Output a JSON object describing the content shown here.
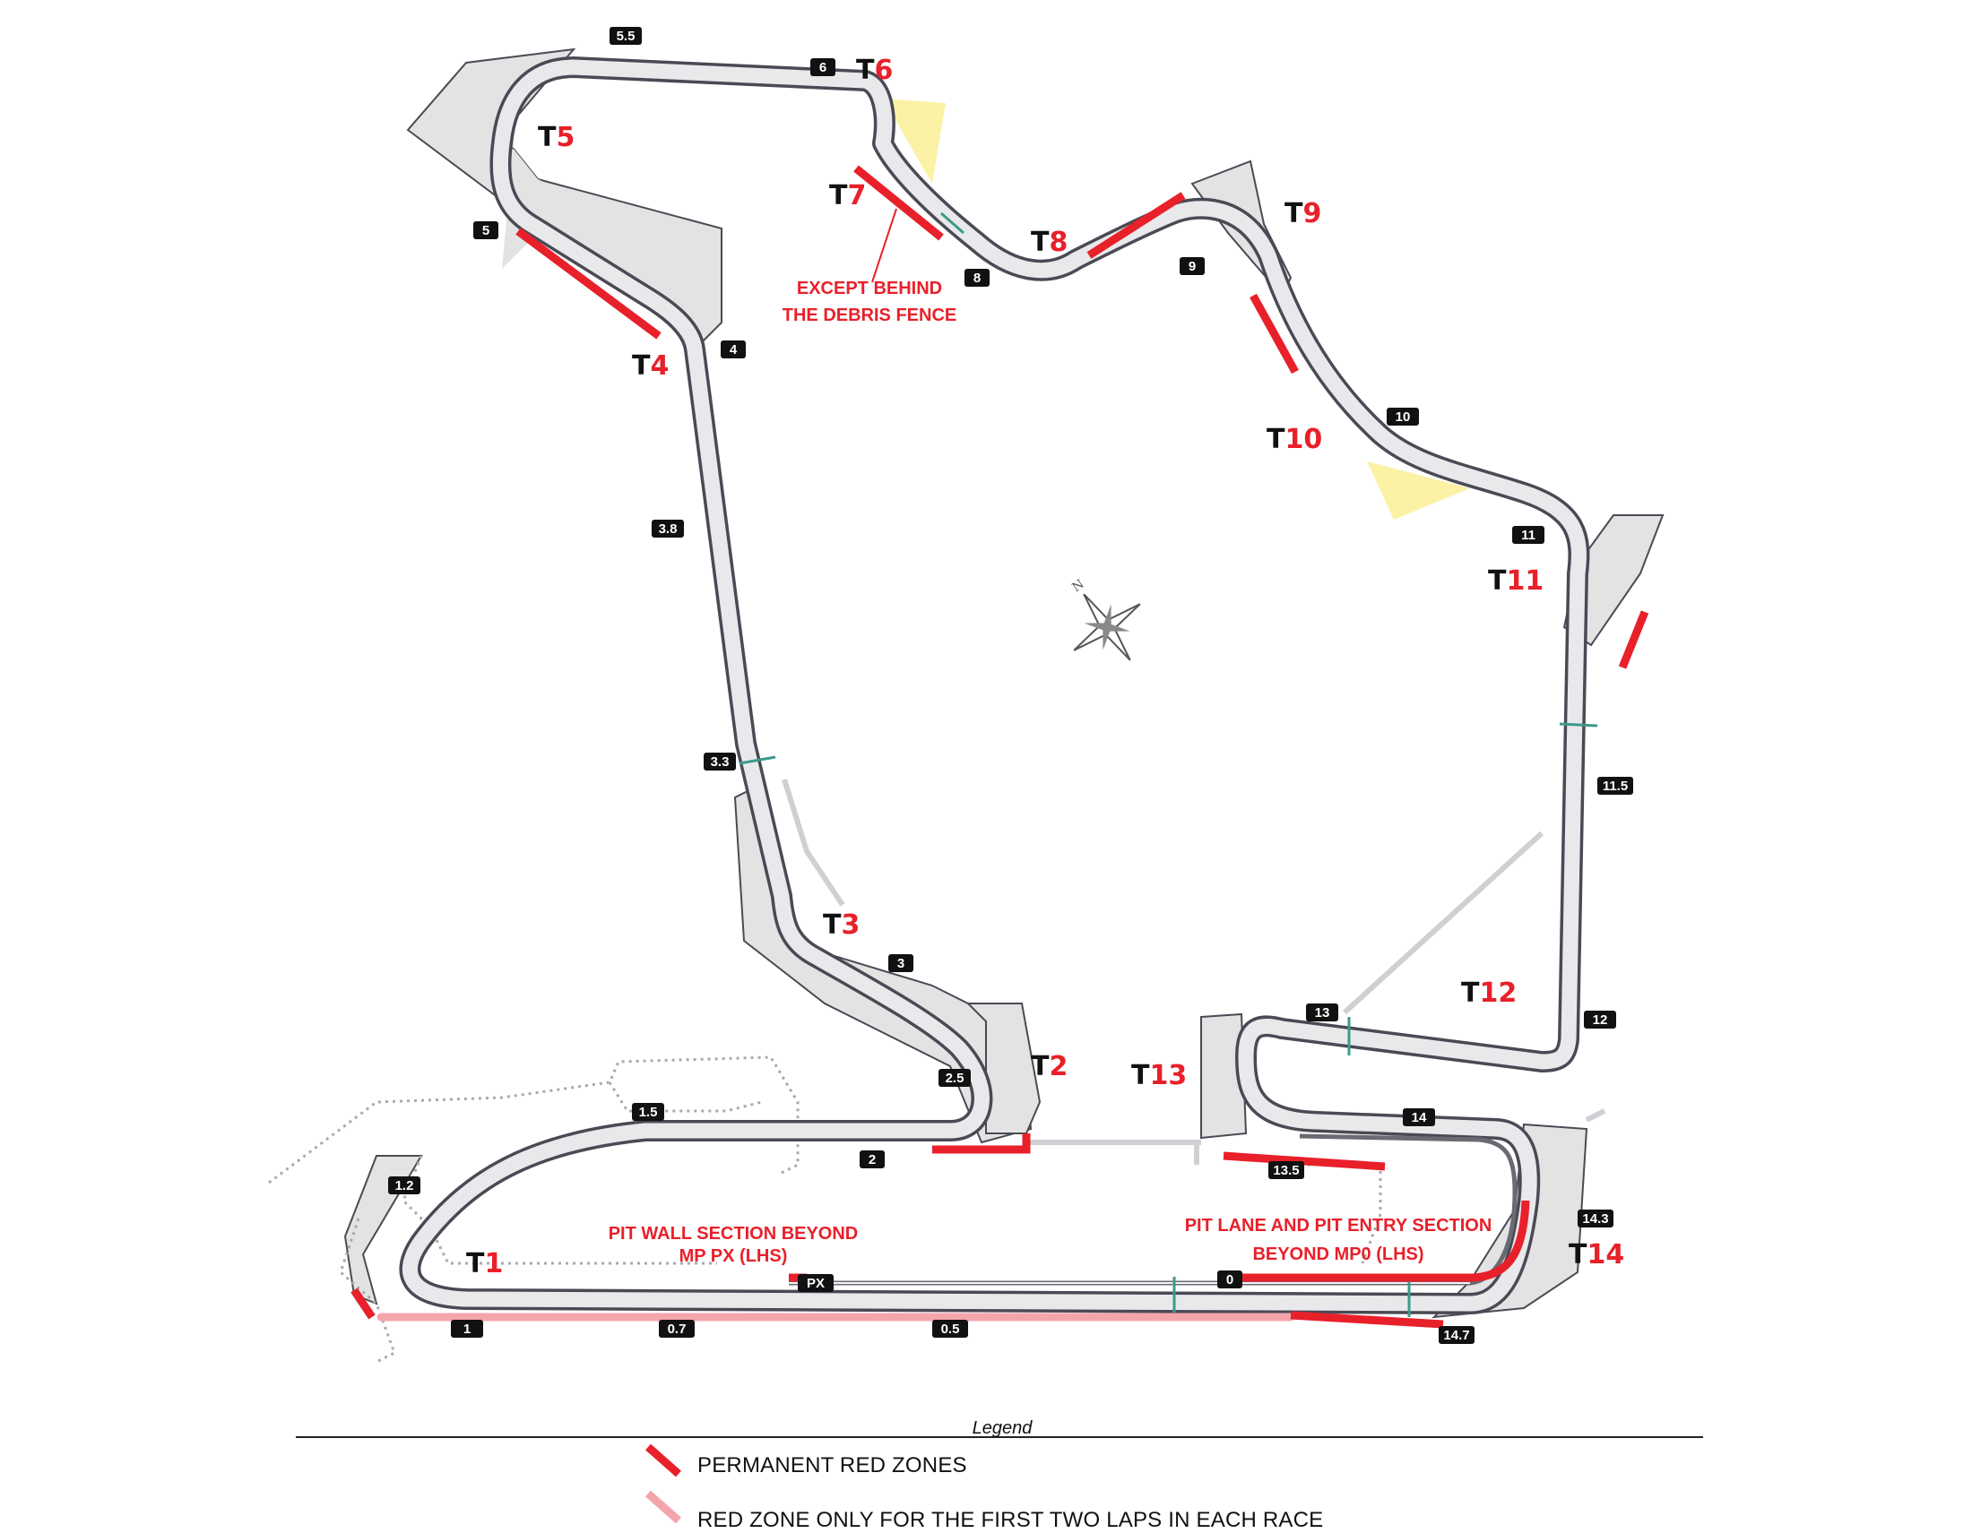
{
  "colors": {
    "red": "#e8202a",
    "pink": "#f4a5ac",
    "runoff": "#e3e3e3",
    "track_edge": "#4a4a55",
    "yellow": "#fbf2a6",
    "marker_bg": "#111111"
  },
  "turns": [
    {
      "id": "t1",
      "prefix": "T",
      "num": "1"
    },
    {
      "id": "t2",
      "prefix": "T",
      "num": "2"
    },
    {
      "id": "t3",
      "prefix": "T",
      "num": "3"
    },
    {
      "id": "t4",
      "prefix": "T",
      "num": "4"
    },
    {
      "id": "t5",
      "prefix": "T",
      "num": "5"
    },
    {
      "id": "t6",
      "prefix": "T",
      "num": "6"
    },
    {
      "id": "t7",
      "prefix": "T",
      "num": "7"
    },
    {
      "id": "t8",
      "prefix": "T",
      "num": "8"
    },
    {
      "id": "t9",
      "prefix": "T",
      "num": "9"
    },
    {
      "id": "t10",
      "prefix": "T",
      "num": "10"
    },
    {
      "id": "t11",
      "prefix": "T",
      "num": "11"
    },
    {
      "id": "t12",
      "prefix": "T",
      "num": "12"
    },
    {
      "id": "t13",
      "prefix": "T",
      "num": "13"
    },
    {
      "id": "t14",
      "prefix": "T",
      "num": "14"
    }
  ],
  "markers": [
    "5.5",
    "6",
    "5",
    "8",
    "9",
    "4",
    "10",
    "3.8",
    "11",
    "3.3",
    "11.5",
    "3",
    "13",
    "12",
    "2.5",
    "14",
    "1.5",
    "2",
    "13.5",
    "1.2",
    "14.3",
    "0",
    "PX",
    "1",
    "0.7",
    "0.5",
    "14.7"
  ],
  "annotations": {
    "debris_line1": "EXCEPT BEHIND",
    "debris_line2": "THE DEBRIS FENCE",
    "pitwall_line1": "PIT WALL SECTION BEYOND",
    "pitwall_line2": "MP PX (LHS)",
    "pitlane_line1": "PIT LANE AND PIT ENTRY SECTION",
    "pitlane_line2": "BEYOND MP0 (LHS)"
  },
  "compass": {
    "letter": "N"
  },
  "legend": {
    "title": "Legend",
    "items": [
      {
        "label": "PERMANENT RED ZONES",
        "color": "#e8202a"
      },
      {
        "label": "RED ZONE ONLY FOR THE FIRST TWO LAPS IN EACH RACE",
        "color": "#f4a5ac"
      }
    ]
  }
}
